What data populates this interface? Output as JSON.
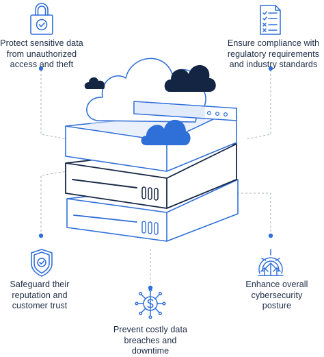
{
  "colors": {
    "blue": "#2f6fd8",
    "light_blue": "#5b8fe6",
    "pale_blue": "#dbe6fa",
    "navy": "#142544",
    "dark": "#1c2b45",
    "grey_dash": "#9aa3ad"
  },
  "benefits": [
    {
      "icon": "padlock-check-icon",
      "lines": [
        "Protect sensitive data",
        "from unauthorized",
        "access and theft"
      ]
    },
    {
      "icon": "checklist-document-icon",
      "lines": [
        "Ensure compliance with",
        "regulatory requirements",
        "and industry standards"
      ]
    },
    {
      "icon": "shield-check-icon",
      "lines": [
        "Safeguard their",
        "reputation and",
        "customer trust"
      ]
    },
    {
      "icon": "dollar-network-icon",
      "lines": [
        "Prevent costly data",
        "breaches and",
        "downtime"
      ]
    },
    {
      "icon": "radar-upgrade-icon",
      "lines": [
        "Enhance overall",
        "cybersecurity",
        "posture"
      ]
    }
  ]
}
